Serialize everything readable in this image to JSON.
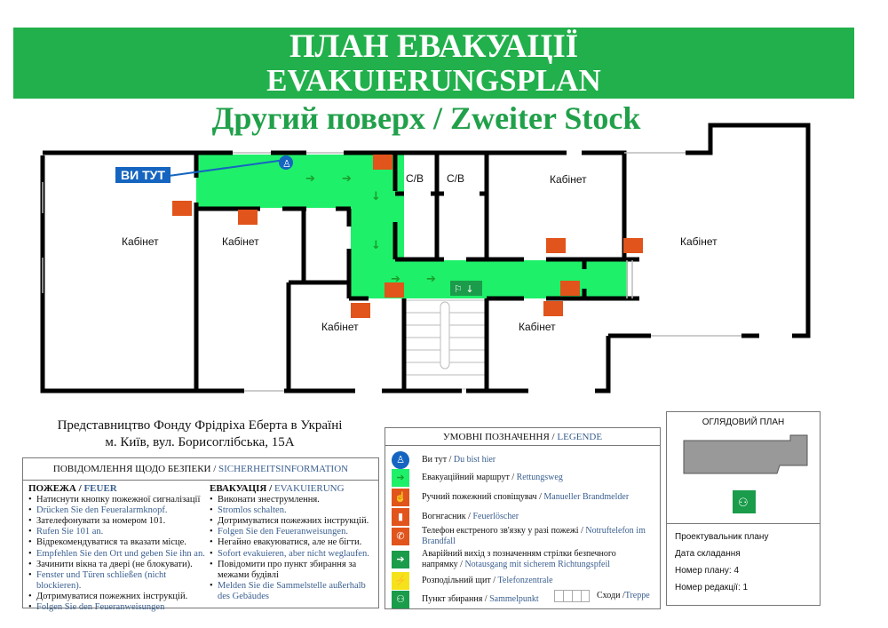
{
  "header": {
    "title_ua": "ПЛАН ЕВАКУАЦІЇ",
    "title_de": "EVAKUIERUNGSPLAN",
    "floor": "Другий поверх / Zweiter Stock"
  },
  "colors": {
    "banner": "#21b04b",
    "route": "#1ff06a",
    "fire": "#e1541b",
    "you_are_here": "#1565c0"
  },
  "plan": {
    "you_are_here": "ВИ ТУТ",
    "rooms": [
      "Кабінет",
      "Кабінет",
      "Кабінет",
      "Кабінет",
      "Кабінет",
      "Кабінет"
    ],
    "wc": [
      "С/В",
      "С/В"
    ]
  },
  "address": {
    "line1": "Представництво Фонду Фрідріха Еберта в Україні",
    "line2": "м. Київ, вул. Борисоглібська, 15А"
  },
  "safety": {
    "title_ua": "ПОВІДОМЛЕННЯ  ЩОДО БЕЗПЕКИ /",
    "title_de": " SICHERHEITSINFORMATION",
    "fire": {
      "head_ua": "ПОЖЕЖА /",
      "head_de": " FEUER",
      "items": [
        {
          "t": "Натиснути кнопку пожежної сигналізації",
          "de": false
        },
        {
          "t": "Drücken Sie den Feueralarmknopf.",
          "de": true
        },
        {
          "t": "Зателефонувати за номером 101.",
          "de": false
        },
        {
          "t": "Rufen Sie 101 an.",
          "de": true
        },
        {
          "t": "Відрекомендуватися та вказати місце.",
          "de": false
        },
        {
          "t": "Empfehlen Sie den Ort und geben Sie ihn an.",
          "de": true
        },
        {
          "t": "Зачинити вікна та двері (не блокувати).",
          "de": false
        },
        {
          "t": "Fenster und Türen schließen (nicht blockieren).",
          "de": true
        },
        {
          "t": "Дотримуватися пожежних інструкцій.",
          "de": false
        },
        {
          "t": "Folgen Sie den Feueranweisungen",
          "de": true
        }
      ]
    },
    "evac": {
      "head_ua": "ЕВАКУАЦІЯ /",
      "head_de": " EVAKUIERUNG",
      "items": [
        {
          "t": "Виконати знеструмлення.",
          "de": false
        },
        {
          "t": "Stromlos schalten.",
          "de": true
        },
        {
          "t": "Дотримуватися пожежних інструкцій.",
          "de": false
        },
        {
          "t": "Folgen Sie den Feueranweisungen.",
          "de": true
        },
        {
          "t": "Негайно евакуюватися, але не бігти.",
          "de": false
        },
        {
          "t": "Sofort evakuieren, aber nicht weglaufen.",
          "de": true
        },
        {
          "t": "Повідомити про пункт збирання за межами будівлі",
          "de": false
        },
        {
          "t": "Melden Sie die Sammelstelle außerhalb des Gebäudes",
          "de": true
        }
      ]
    }
  },
  "legend": {
    "title_ua": "УМОВНІ ПОЗНАЧЕННЯ /",
    "title_de": " LEGENDE",
    "items": [
      {
        "icon": "person-icon",
        "ua": "Ви тут / ",
        "de": " Du bist hier"
      },
      {
        "icon": "arrow-right-icon",
        "ua": "Евакуаційний маршрут / ",
        "de": "Rettungsweg"
      },
      {
        "icon": "fire-alarm-icon",
        "ua": "Ручний пожежний сповіщувач / ",
        "de": "Manueller Brandmelder"
      },
      {
        "icon": "extinguisher-icon",
        "ua": "Вогнгасник / ",
        "de": "Feuerlöscher"
      },
      {
        "icon": "phone-icon",
        "ua": "Телефон екстреного зв'язку у разі пожежі / ",
        "de": "Notruftelefon im Brandfall"
      },
      {
        "icon": "emergency-exit-icon",
        "ua": "Аварійний вихід з позначенням стрілки безпечного напрямку / ",
        "de": "Notausgang mit sicherem Richtungspfeil"
      },
      {
        "icon": "high-voltage-icon",
        "ua": "Розподільний щит / ",
        "de": "Telefonzentrale"
      },
      {
        "icon": "assembly-point-icon",
        "ua": "Пункт збирання / ",
        "de": "Sammelpunkt"
      }
    ],
    "stairs": {
      "ua": "Сходи / ",
      "de": "Treppe"
    }
  },
  "overview": {
    "title": "ОГЛЯДОВИЙ ПЛАН"
  },
  "info": {
    "designer": "Проектувальник плану",
    "date": "Дата складання",
    "plan_no": "Номер плану: 4",
    "revision": "Номер редакції: 1"
  }
}
